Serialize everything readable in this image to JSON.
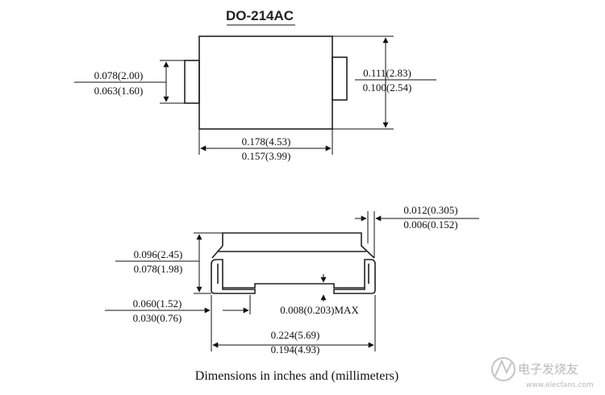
{
  "package_name": "DO-214AC",
  "top_view": {
    "lead_height_max": "0.078(2.00)",
    "lead_height_min": "0.063(1.60)",
    "body_height_max": "0.111(2.83)",
    "body_height_min": "0.100(2.54)",
    "body_length_max": "0.178(4.53)",
    "body_length_min": "0.157(3.99)"
  },
  "side_view": {
    "lead_thickness_max": "0.012(0.305)",
    "lead_thickness_min": "0.006(0.152)",
    "body_thickness_max": "0.096(2.45)",
    "body_thickness_min": "0.078(1.98)",
    "standoff": "0.008(0.203)MAX",
    "lead_length_max": "0.060(1.52)",
    "lead_length_min": "0.030(0.76)",
    "overall_length_max": "0.224(5.69)",
    "overall_length_min": "0.194(4.93)"
  },
  "caption": "Dimensions in inches and (millimeters)",
  "watermark": {
    "text": "电子发烧友",
    "url": "www.elecfans.com"
  }
}
